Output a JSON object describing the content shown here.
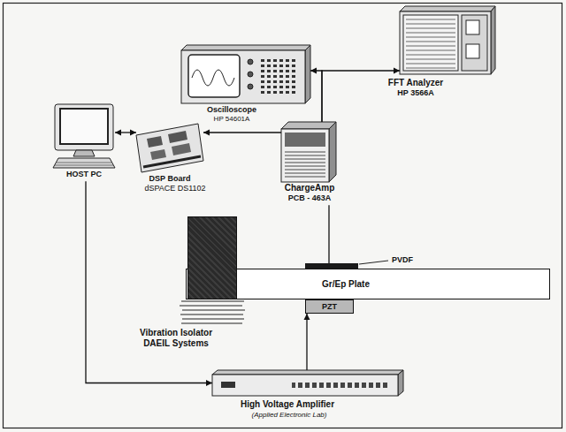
{
  "diagram": {
    "nodes": [
      {
        "text": [
          "FFT Analyzer",
          "HP 3566A"
        ]
      },
      {
        "text": [
          "Oscilloscope",
          "HP 54601A"
        ]
      },
      {
        "text": [
          "HOST PC"
        ]
      },
      {
        "text": [
          "DSP Board",
          "dSPACE DS1102"
        ]
      },
      {
        "text": [
          "ChargeAmp",
          "PCB - 463A"
        ]
      },
      {
        "text": [
          "PVDF"
        ]
      },
      {
        "text": [
          "Gr/Ep Plate"
        ]
      },
      {
        "text": [
          "PZT"
        ]
      },
      {
        "text": [
          "Vibration Isolator",
          "DAEIL Systems"
        ]
      },
      {
        "text": [
          "High Voltage Amplifier",
          "(Applied Electronic Lab)"
        ]
      }
    ],
    "edges": [
      {
        "from": 4,
        "to": 1,
        "arrow": "to"
      },
      {
        "from": 4,
        "to": 0,
        "arrow": "to"
      },
      {
        "from": 4,
        "to": 3,
        "arrow": "to"
      },
      {
        "from": 2,
        "to": 3,
        "arrow": "both"
      },
      {
        "from": 5,
        "to": 4,
        "arrow": "none"
      },
      {
        "from": 2,
        "to": 9,
        "arrow": "to"
      },
      {
        "from": 9,
        "to": 7,
        "arrow": "to"
      }
    ]
  }
}
